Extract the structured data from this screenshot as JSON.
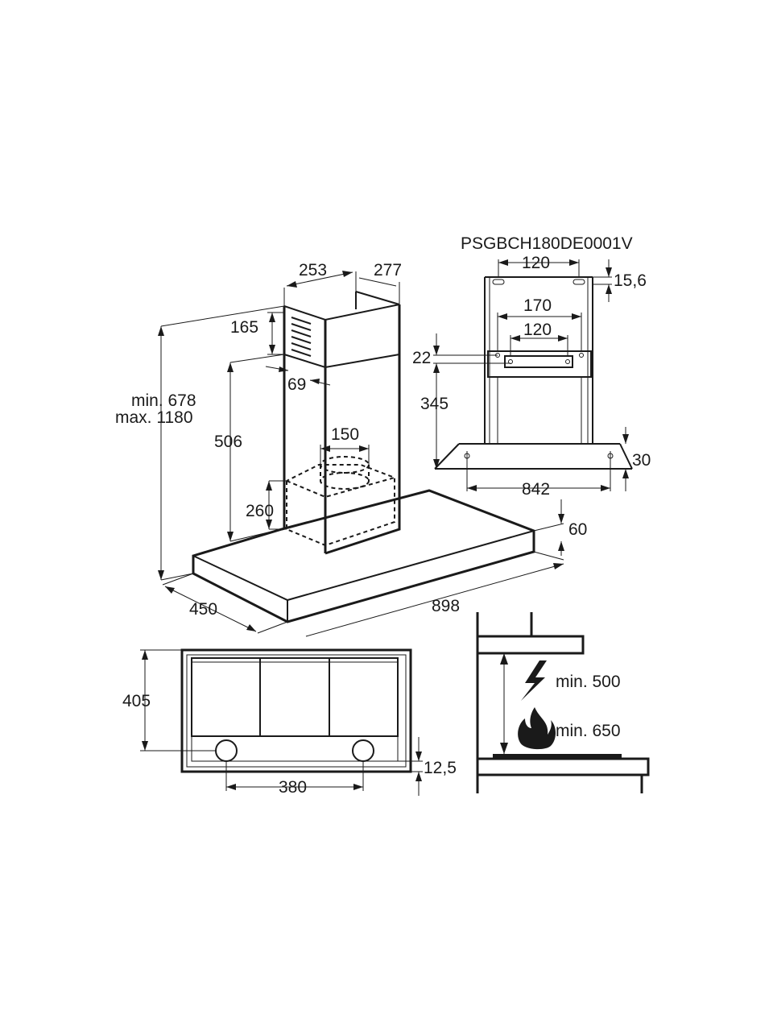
{
  "model_code": "PSGBCH180DE0001V",
  "hood_view": {
    "chimney_width": "253",
    "chimney_depth": "277",
    "grille_height": "165",
    "vent_offset": "69",
    "height_min": "min. 678",
    "height_max": "max. 1180",
    "chimney_height": "506",
    "duct_diameter": "150",
    "motor_height": "260",
    "canopy_depth": "450",
    "canopy_width": "898",
    "canopy_thickness": "60"
  },
  "bracket_view": {
    "top_hole_spacing": "120",
    "top_offset": "15,6",
    "outer_hole_spacing": "170",
    "inner_hole_spacing": "120",
    "bracket_height": "22",
    "bracket_distance": "345",
    "bottom_offset": "30",
    "bottom_hole_spacing": "842"
  },
  "bottom_view": {
    "depth": "405",
    "light_spacing": "380",
    "light_offset": "12,5"
  },
  "clearance_view": {
    "electric_min": "min. 500",
    "gas_min": "min. 650"
  },
  "icons": {
    "electric": "lightning-icon",
    "gas": "flame-icon"
  }
}
